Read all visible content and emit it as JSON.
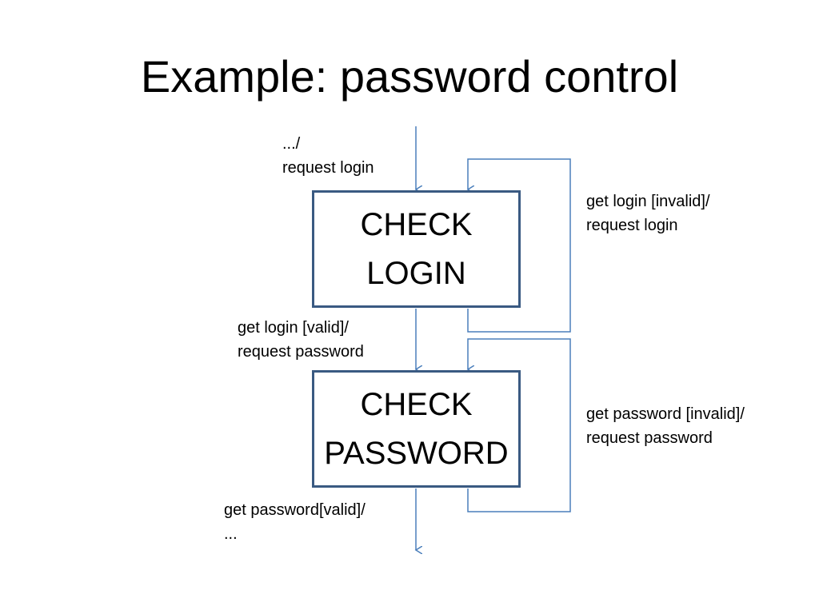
{
  "title": "Example: password control",
  "colors": {
    "box_border": "#3a5a82",
    "arrow": "#4a7ebb",
    "text": "#000000",
    "background": "#ffffff"
  },
  "states": {
    "check_login": {
      "line1": "CHECK",
      "line2": "LOGIN"
    },
    "check_password": {
      "line1": "CHECK",
      "line2": "PASSWORD"
    }
  },
  "transitions": {
    "entry": {
      "line1": ".../",
      "line2": "request login"
    },
    "login_invalid": {
      "line1": "get login [invalid]/",
      "line2": "request login"
    },
    "login_valid": {
      "line1": "get login [valid]/",
      "line2": "request password"
    },
    "password_invalid": {
      "line1": "get password [invalid]/",
      "line2": "request password"
    },
    "password_valid": {
      "line1": "get password[valid]/",
      "line2": "..."
    }
  }
}
